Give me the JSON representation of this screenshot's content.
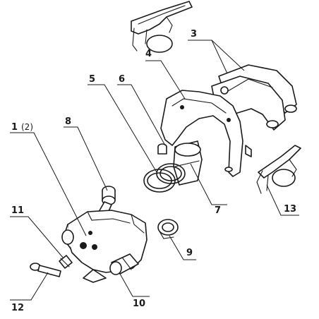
{
  "callouts": {
    "c1": "1",
    "c1_alt": "(2)",
    "c3": "3",
    "c4": "4",
    "c5": "5",
    "c6": "6",
    "c7": "7",
    "c8": "8",
    "c9": "9",
    "c10": "10",
    "c11": "11",
    "c12": "12",
    "c13": "13"
  }
}
